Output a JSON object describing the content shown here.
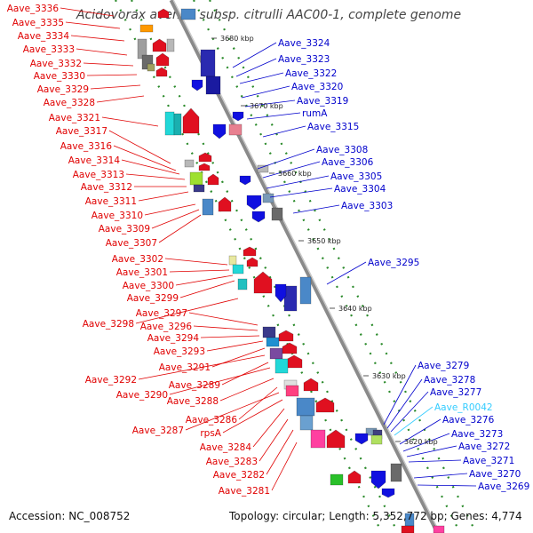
{
  "title": "Acidovorax avenae subsp. citrulli AAC00-1, complete genome",
  "accession": "Accession: NC_008752",
  "summary": "Topology: circular; Length: 5,352,772 bp; Genes: 4,774",
  "colors": {
    "left_label": "#e00000",
    "right_label": "#0000cc",
    "rna_label": "#33ccff",
    "backbone": "#8a8a8a",
    "dotted_guide": "#2a8a2a",
    "tick_text": "#222222"
  },
  "scale_ticks": [
    "3680 kbp",
    "3670 kbp",
    "3660 kbp",
    "3650 kbp",
    "3640 kbp",
    "3630 kbp",
    "3620 kbp"
  ],
  "left_labels": [
    "Aave_3336",
    "Aave_3335",
    "Aave_3334",
    "Aave_3333",
    "Aave_3332",
    "Aave_3330",
    "Aave_3329",
    "Aave_3328",
    "Aave_3321",
    "Aave_3317",
    "Aave_3316",
    "Aave_3314",
    "Aave_3313",
    "Aave_3312",
    "Aave_3311",
    "Aave_3310",
    "Aave_3309",
    "Aave_3307",
    "Aave_3302",
    "Aave_3301",
    "Aave_3300",
    "Aave_3299",
    "Aave_3297",
    "Aave_3298",
    "Aave_3296",
    "Aave_3294",
    "Aave_3293",
    "Aave_3291",
    "Aave_3292",
    "Aave_3289",
    "Aave_3290",
    "Aave_3288",
    "Aave_3286",
    "Aave_3287",
    "rpsA",
    "Aave_3284",
    "Aave_3283",
    "Aave_3282",
    "Aave_3281"
  ],
  "right_labels": [
    "Aave_3324",
    "Aave_3323",
    "Aave_3322",
    "Aave_3320",
    "Aave_3319",
    "rumA",
    "Aave_3315",
    "Aave_3308",
    "Aave_3306",
    "Aave_3305",
    "Aave_3304",
    "Aave_3303",
    "Aave_3295",
    "Aave_3279",
    "Aave_3278",
    "Aave_3277",
    "Aave_R0042",
    "Aave_3276",
    "Aave_3273",
    "Aave_3272",
    "Aave_3271",
    "Aave_3270",
    "Aave_3269"
  ],
  "rna_labels": [
    "Aave_R0042"
  ]
}
